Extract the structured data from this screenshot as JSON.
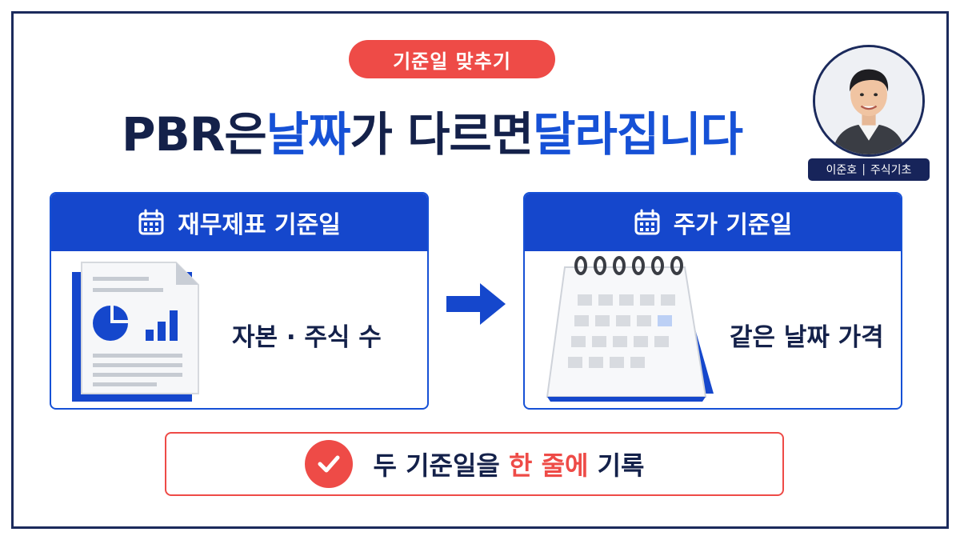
{
  "tag": {
    "label": "기준일 맞추기"
  },
  "headline": {
    "part1": "PBR은 ",
    "hl1": "날짜",
    "part2": "가 다르면 ",
    "hl2": "달라집니다"
  },
  "author": {
    "name": "이준호",
    "separator": "|",
    "channel": "주식기초"
  },
  "left_card": {
    "title": "재무제표 기준일",
    "text": "자본 · 주식 수"
  },
  "right_card": {
    "title": "주가 기준일",
    "text": "같은 날짜 가격"
  },
  "bottom": {
    "part1": "두 기준일을 ",
    "highlight": "한 줄에",
    "part2": " 기록"
  },
  "icons": {
    "title_icon": "calendar-icon",
    "left_illustration": "financial-document-icon",
    "right_illustration": "desk-calendar-icon",
    "arrow": "arrow-right-icon",
    "check": "check-circle-icon"
  },
  "colors": {
    "navy": "#14214a",
    "blue": "#1651d6",
    "red": "#ee4b47",
    "author_bg": "#17245a"
  }
}
